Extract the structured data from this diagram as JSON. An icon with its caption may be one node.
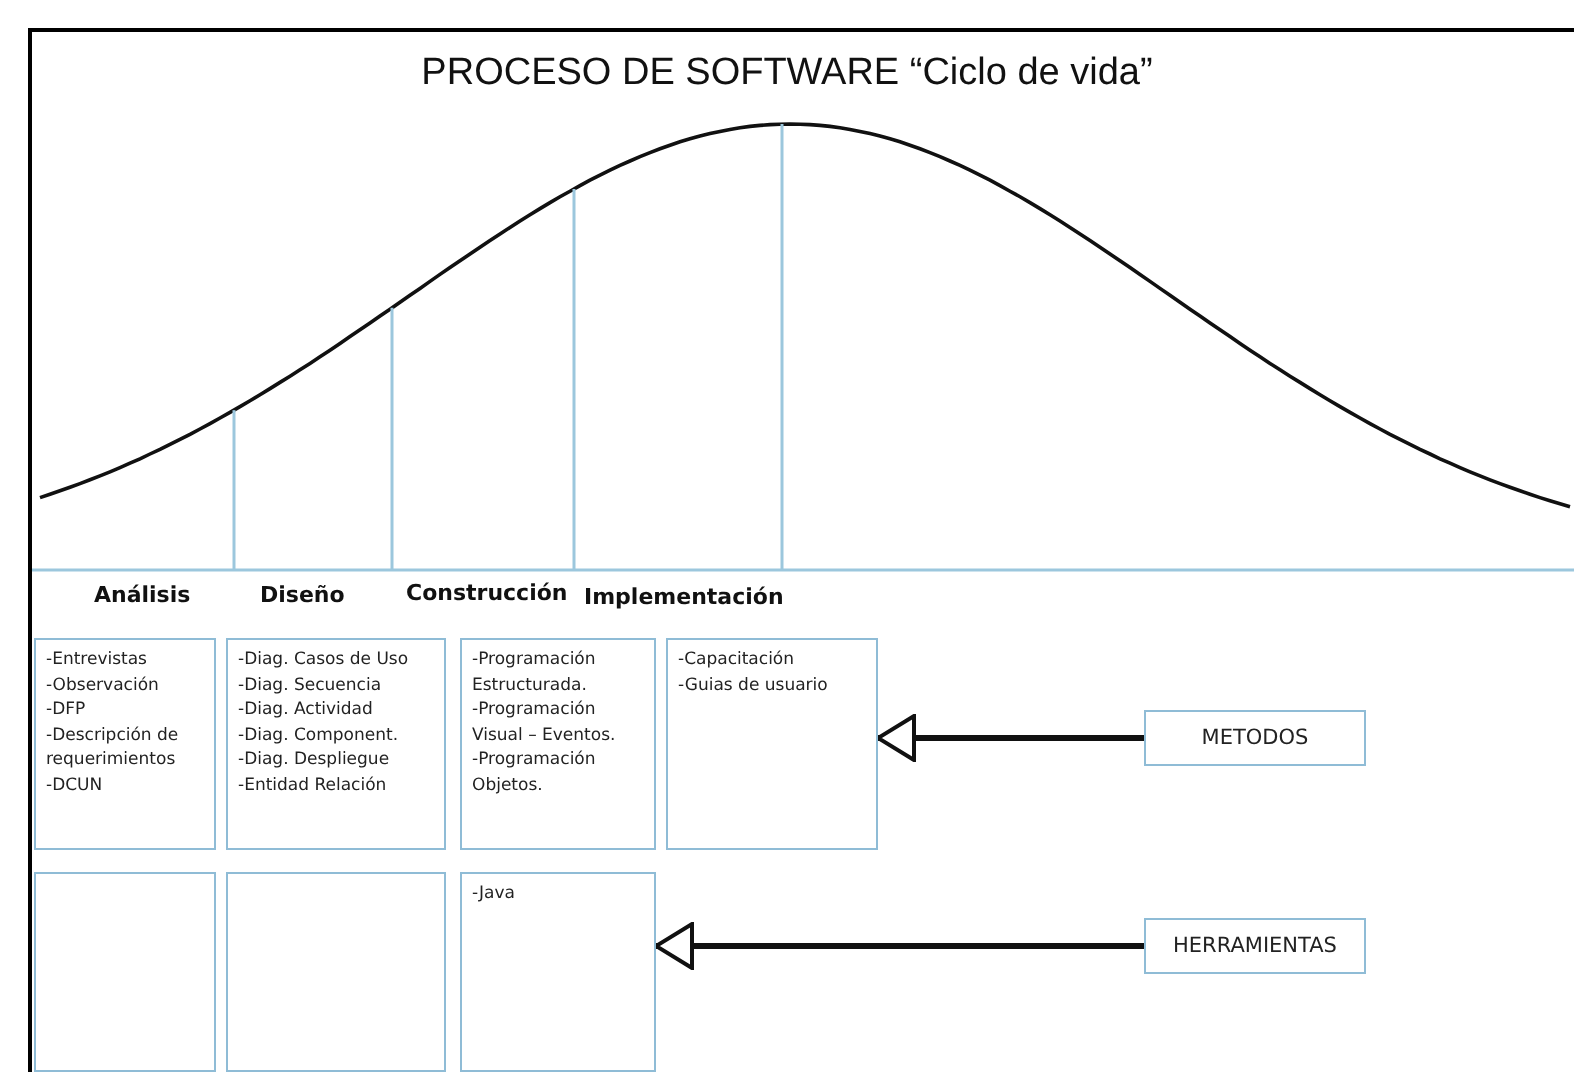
{
  "diagram": {
    "title": "PROCESO DE SOFTWARE “Ciclo de vida”",
    "nodes": [
      {
        "text": [
          "-Entrevistas",
          "-Observación",
          "-DFP",
          "-Descripción de requerimientos",
          "-DCUN"
        ]
      },
      {
        "text": [
          "-Diag. Casos de Uso",
          "-Diag. Secuencia",
          "-Diag. Actividad",
          "-Diag. Component.",
          "-Diag. Despliegue",
          "-Entidad Relación"
        ]
      },
      {
        "text": [
          "-Programación Estructurada.",
          "-Programación Visual – Eventos.",
          "-Programación Objetos."
        ]
      },
      {
        "text": [
          "-Capacitación",
          "-Guias de usuario"
        ]
      },
      {
        "text": [
          "METODOS"
        ]
      },
      {
        "text": [],
        "shape": "box"
      },
      {
        "text": [],
        "shape": "box"
      },
      {
        "text": [
          "-Java"
        ]
      },
      {
        "text": [
          "HERRAMIENTAS"
        ]
      }
    ],
    "edges": [
      {
        "from": 4,
        "to": 3,
        "arrow": "to"
      },
      {
        "from": 8,
        "to": 7,
        "arrow": "to"
      }
    ],
    "labels": [
      "Análisis",
      "Diseño",
      "Construcción",
      "Implementación"
    ]
  }
}
